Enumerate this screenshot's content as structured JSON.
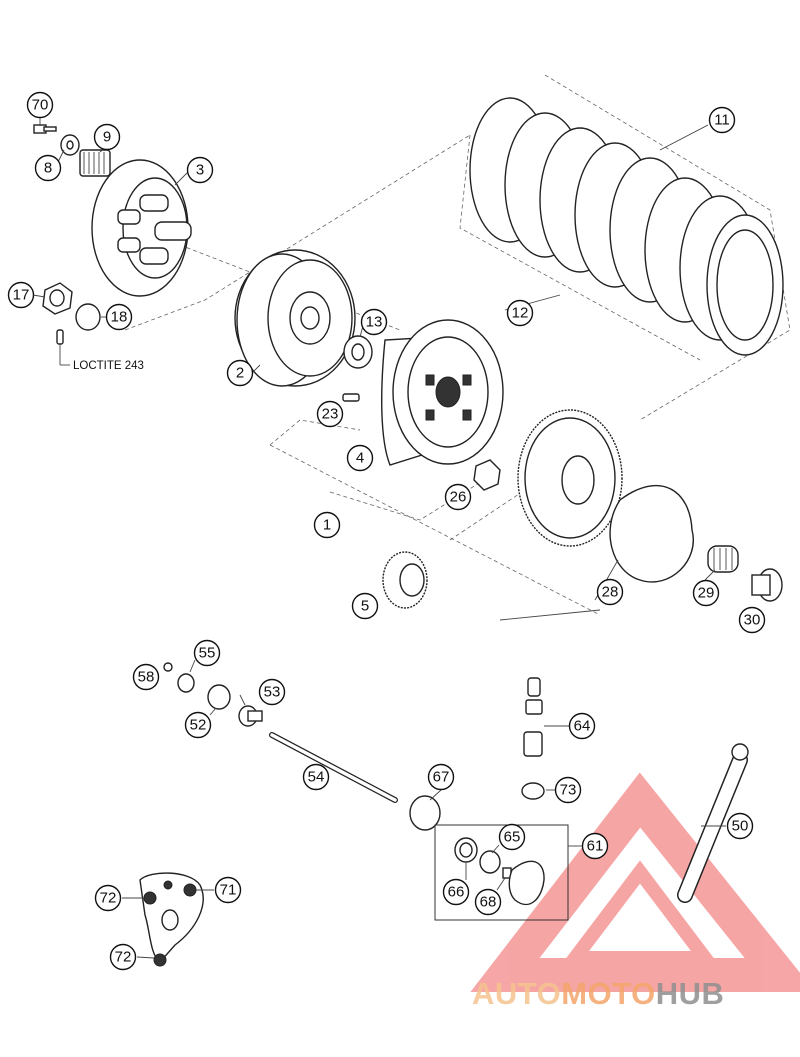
{
  "callouts": [
    {
      "id": "c70",
      "label": "70"
    },
    {
      "id": "c8",
      "label": "8"
    },
    {
      "id": "c9",
      "label": "9"
    },
    {
      "id": "c3",
      "label": "3"
    },
    {
      "id": "c11",
      "label": "11"
    },
    {
      "id": "c17",
      "label": "17"
    },
    {
      "id": "c18",
      "label": "18"
    },
    {
      "id": "c13",
      "label": "13"
    },
    {
      "id": "c12",
      "label": "12"
    },
    {
      "id": "c2",
      "label": "2"
    },
    {
      "id": "c23",
      "label": "23"
    },
    {
      "id": "c4",
      "label": "4"
    },
    {
      "id": "c26",
      "label": "26"
    },
    {
      "id": "c1",
      "label": "1"
    },
    {
      "id": "c5",
      "label": "5"
    },
    {
      "id": "c28",
      "label": "28"
    },
    {
      "id": "c29",
      "label": "29"
    },
    {
      "id": "c30",
      "label": "30"
    },
    {
      "id": "c55",
      "label": "55"
    },
    {
      "id": "c58",
      "label": "58"
    },
    {
      "id": "c53",
      "label": "53"
    },
    {
      "id": "c52",
      "label": "52"
    },
    {
      "id": "c64",
      "label": "64"
    },
    {
      "id": "c54",
      "label": "54"
    },
    {
      "id": "c67",
      "label": "67"
    },
    {
      "id": "c73",
      "label": "73"
    },
    {
      "id": "c65",
      "label": "65"
    },
    {
      "id": "c61",
      "label": "61"
    },
    {
      "id": "c50",
      "label": "50"
    },
    {
      "id": "c66",
      "label": "66"
    },
    {
      "id": "c68",
      "label": "68"
    },
    {
      "id": "c72a",
      "label": "72"
    },
    {
      "id": "c71",
      "label": "71"
    },
    {
      "id": "c72b",
      "label": "72"
    }
  ],
  "note": "LOCTITE 243",
  "watermark": {
    "part1": "AUTO",
    "part2": "MOTO",
    "part3": "HUB",
    "color1": "#f5c48f",
    "color2": "#f4a56a",
    "color3": "#8f8f8f",
    "triangle": "#ef5c5c"
  }
}
